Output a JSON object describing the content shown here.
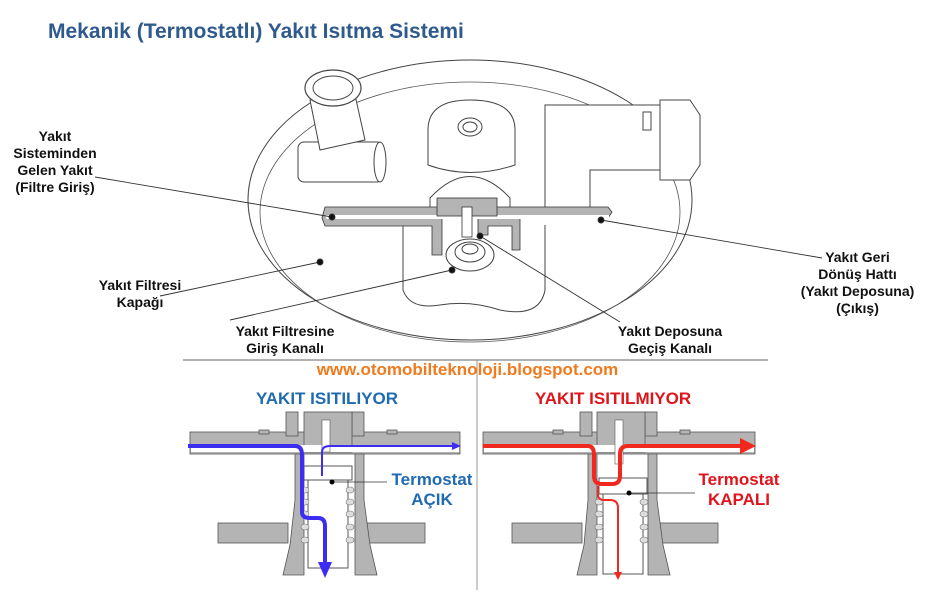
{
  "title": "Mekanik (Termostatlı) Yakıt Isıtma Sistemi",
  "labels": {
    "inlet_line1": "Yakıt",
    "inlet_line2": "Sisteminden",
    "inlet_line3": "Gelen Yakıt",
    "inlet_line4": "(Filtre Giriş)",
    "cap_line1": "Yakıt Filtresi",
    "cap_line2": "Kapağı",
    "filter_inlet_line1": "Yakıt Filtresine",
    "filter_inlet_line2": "Giriş Kanalı",
    "tank_passage_line1": "Yakıt Deposuna",
    "tank_passage_line2": "Geçiş Kanalı",
    "return_line1": "Yakıt Geri",
    "return_line2": "Dönüş Hattı",
    "return_line3": "(Yakıt Deposuna)",
    "return_line4": "(Çıkış)"
  },
  "website": "www.otomobilteknoloji.blogspot.com",
  "panels": {
    "heated": {
      "heading": "YAKIT ISITILIYOR",
      "thermostat_label": "Termostat",
      "thermostat_state": "AÇIK",
      "flow_color": "#3b2ef0"
    },
    "not_heated": {
      "heading": "YAKIT ISITILMIYOR",
      "thermostat_label": "Termostat",
      "thermostat_state": "KAPALI",
      "flow_color": "#f0281e"
    }
  },
  "colors": {
    "title": "#2e5a8e",
    "website": "#f07a1e",
    "blue_text": "#1f6ab0",
    "red_text": "#e0141b",
    "housing_gray": "#b4b4b4"
  }
}
